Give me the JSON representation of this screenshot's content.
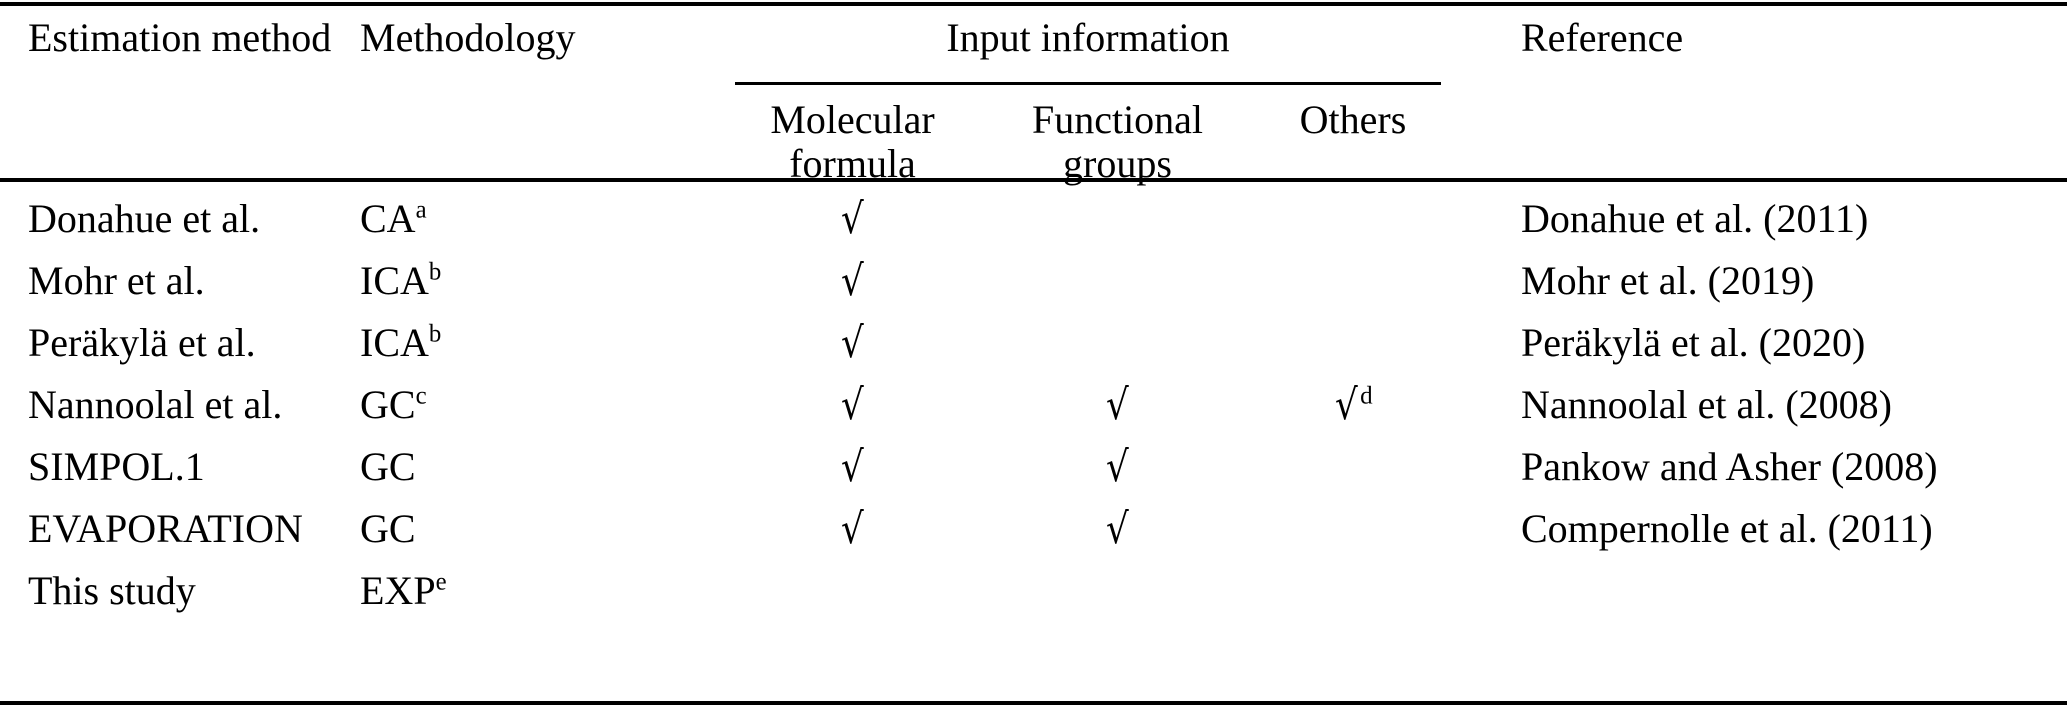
{
  "table": {
    "columns": {
      "estimation_method": "Estimation method",
      "methodology": "Methodology",
      "input_information": "Input information",
      "reference": "Reference"
    },
    "subcolumns": {
      "molecular_formula_line1": "Molecular",
      "molecular_formula_line2": "formula",
      "functional_groups_line1": "Functional",
      "functional_groups_line2": "groups",
      "others": "Others"
    },
    "check_glyph": "√",
    "rows": [
      {
        "estimation_method": "Donahue et al.",
        "methodology": "CA",
        "methodology_sup": "a",
        "molecular_formula": "√",
        "molecular_formula_sup": "",
        "functional_groups": "",
        "functional_groups_sup": "",
        "others": "",
        "others_sup": "",
        "reference": "Donahue et al. (2011)"
      },
      {
        "estimation_method": "Mohr et al.",
        "methodology": "ICA",
        "methodology_sup": "b",
        "molecular_formula": "√",
        "molecular_formula_sup": "",
        "functional_groups": "",
        "functional_groups_sup": "",
        "others": "",
        "others_sup": "",
        "reference": "Mohr et al. (2019)"
      },
      {
        "estimation_method": "Peräkylä et al.",
        "methodology": "ICA",
        "methodology_sup": "b",
        "molecular_formula": "√",
        "molecular_formula_sup": "",
        "functional_groups": "",
        "functional_groups_sup": "",
        "others": "",
        "others_sup": "",
        "reference": "Peräkylä et al. (2020)"
      },
      {
        "estimation_method": "Nannoolal et al.",
        "methodology": "GC",
        "methodology_sup": "c",
        "molecular_formula": "√",
        "molecular_formula_sup": "",
        "functional_groups": "√",
        "functional_groups_sup": "",
        "others": "√",
        "others_sup": "d",
        "reference": "Nannoolal et al. (2008)"
      },
      {
        "estimation_method": "SIMPOL.1",
        "methodology": "GC",
        "methodology_sup": "",
        "molecular_formula": "√",
        "molecular_formula_sup": "",
        "functional_groups": "√",
        "functional_groups_sup": "",
        "others": "",
        "others_sup": "",
        "reference": "Pankow and Asher (2008)"
      },
      {
        "estimation_method": "EVAPORATION",
        "methodology": "GC",
        "methodology_sup": "",
        "molecular_formula": "√",
        "molecular_formula_sup": "",
        "functional_groups": "√",
        "functional_groups_sup": "",
        "others": "",
        "others_sup": "",
        "reference": "Compernolle et al. (2011)"
      },
      {
        "estimation_method": "This study",
        "methodology": "EXP",
        "methodology_sup": "e",
        "molecular_formula": "",
        "molecular_formula_sup": "",
        "functional_groups": "",
        "functional_groups_sup": "",
        "others": "",
        "others_sup": "",
        "reference": ""
      }
    ]
  },
  "style": {
    "rule_color": "#000000",
    "text_color": "#000000",
    "background": "#ffffff"
  }
}
